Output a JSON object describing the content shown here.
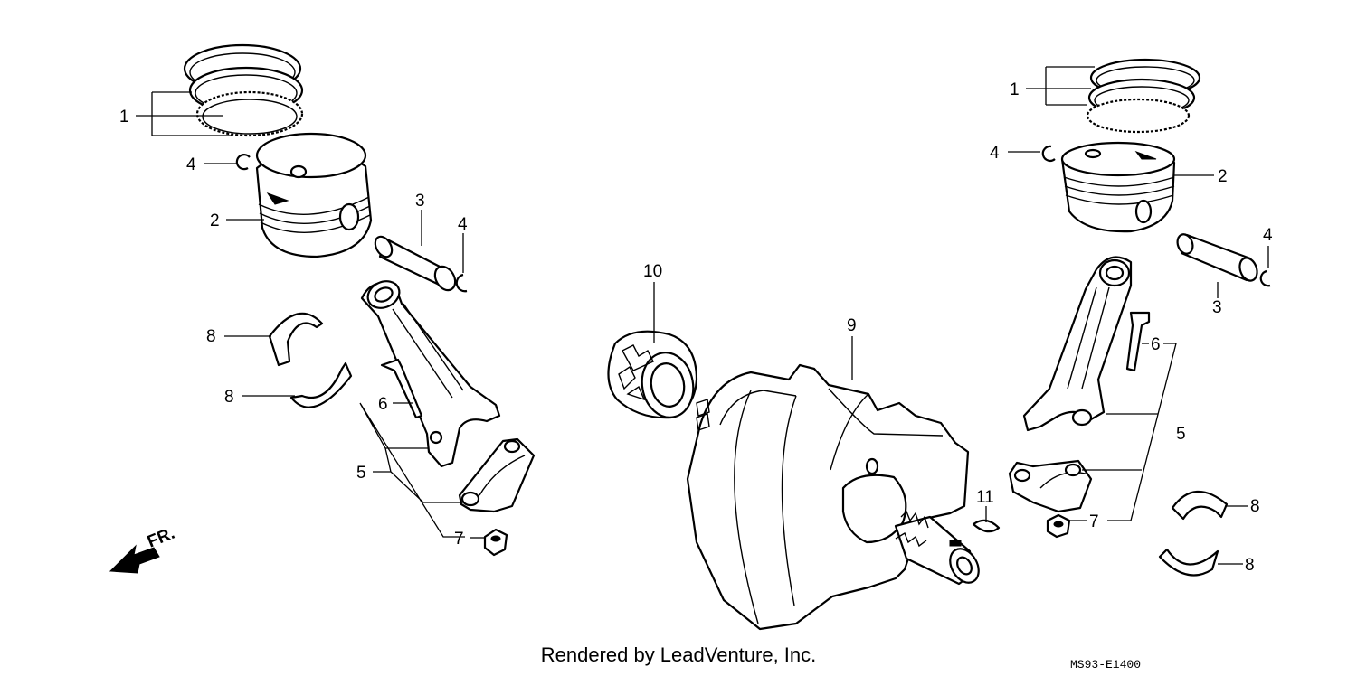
{
  "labels": {
    "l1": "1",
    "l2": "2",
    "l3": "3",
    "l4a": "4",
    "l4b": "4",
    "l8a": "8",
    "l8b": "8",
    "l6": "6",
    "l5": "5",
    "l7": "7",
    "r1": "1",
    "r2": "2",
    "r3": "3",
    "r4a": "4",
    "r4b": "4",
    "r6": "6",
    "r5": "5",
    "r7": "7",
    "r8a": "8",
    "r8b": "8",
    "c9": "9",
    "c10": "10",
    "c11": "11"
  },
  "direction_marker": "FR.",
  "footer": "Rendered by LeadVenture, Inc.",
  "diagram_code": "MS93-E1400"
}
